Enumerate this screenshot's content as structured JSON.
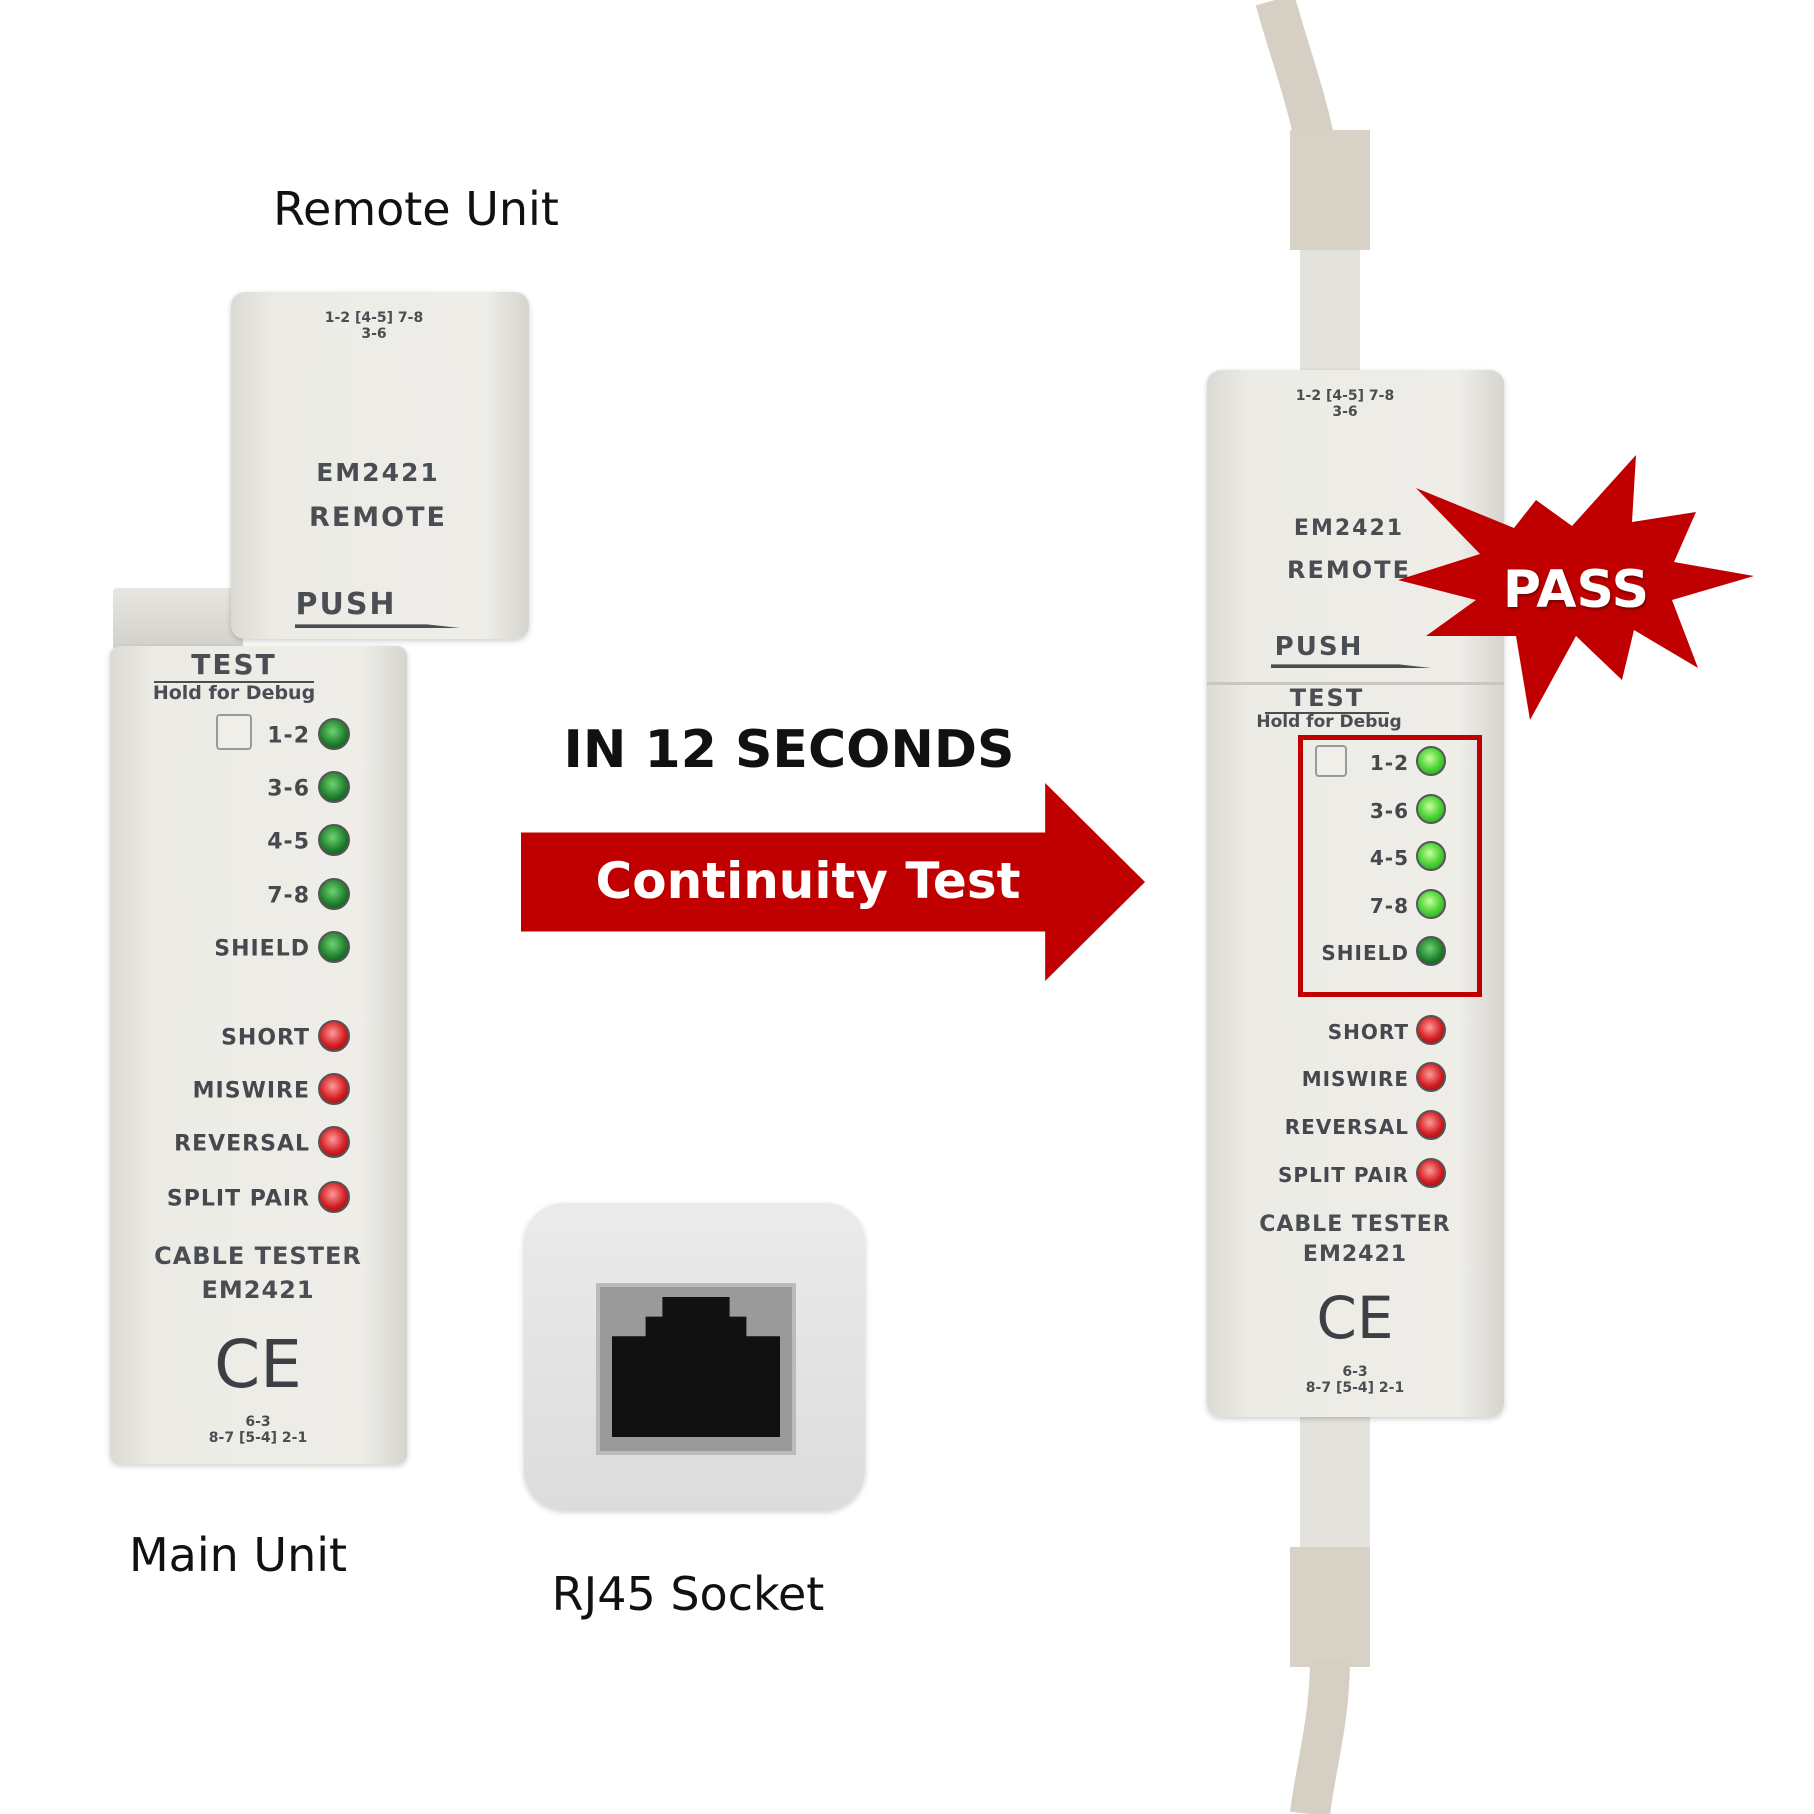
{
  "captions": {
    "remote_unit": "Remote Unit",
    "main_unit": "Main Unit",
    "socket": "RJ45 Socket"
  },
  "headline": "IN 12 SECONDS",
  "arrow_label": "Continuity Test",
  "badge": "PASS",
  "device": {
    "remote_model": "EM2421",
    "remote_label": "REMOTE",
    "push": "PUSH",
    "test": "TEST",
    "hold": "Hold for Debug",
    "pin_top": "1-2  [4-5]  7-8",
    "pin_top_sub": "3-6",
    "pin_bottom": "8-7  [5-4]  2-1",
    "pin_bottom_sub": "6-3",
    "leds_green": [
      "1-2",
      "3-6",
      "4-5",
      "7-8",
      "SHIELD"
    ],
    "leds_red": [
      "SHORT",
      "MISWIRE",
      "REVERSAL",
      "SPLIT PAIR"
    ],
    "name": "CABLE TESTER",
    "model": "EM2421",
    "ce": "CE"
  },
  "colors": {
    "accent": "#c00000",
    "led_green": "#2fa52f",
    "led_red": "#d31f24"
  }
}
